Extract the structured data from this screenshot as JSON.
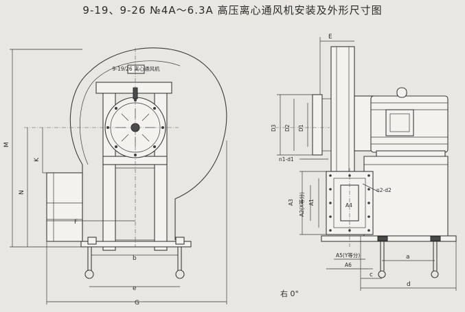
{
  "title": "9-19、9-26 №4A～6.3A 高压离心通风机安装及外形尺寸图",
  "nameplate": "9-19/26 离心通风机",
  "front_view": {
    "dims": {
      "M": "M",
      "K": "K",
      "N": "N",
      "F": "F",
      "b": "b",
      "e": "e",
      "G": "G"
    }
  },
  "side_view": {
    "dims": {
      "E": "E",
      "D3": "D3",
      "D2": "D2",
      "D1": "D1",
      "n1d1": "n1-d1",
      "A3": "A3",
      "A1": "A1",
      "A2": "A2(X等分)",
      "A4": "A4",
      "n2d2": "n2-d2",
      "A5": "A5(Y等分)",
      "A6": "A6",
      "a": "a",
      "c": "c",
      "d": "d"
    },
    "caption": "右 0°"
  }
}
